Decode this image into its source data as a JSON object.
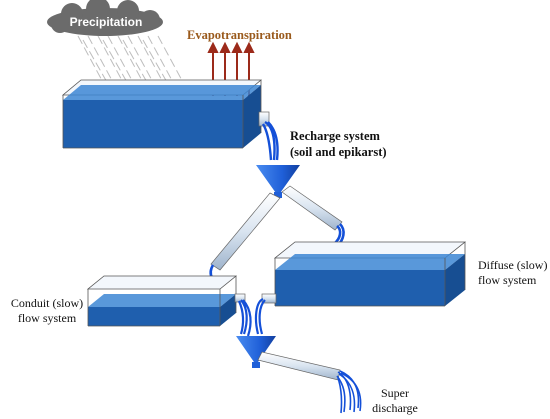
{
  "labels": {
    "precipitation": "Precipitation",
    "evapotranspiration": "Evapotranspiration",
    "recharge_line1": "Recharge system",
    "recharge_line2": "(soil and epikarst)",
    "diffuse_line1": "Diffuse (slow)",
    "diffuse_line2": "flow system",
    "conduit_line1": "Conduit (slow)",
    "conduit_line2": "flow system",
    "super_line1": "Super",
    "super_line2": "discharge"
  },
  "colors": {
    "cloud": "#6b6b6b",
    "rain": "#b9b9b9",
    "water_top": "#2f7fd0",
    "water_front": "#1f5fae",
    "water_side": "#174e92",
    "arrow": "#9c2a1a",
    "funnel": "#2b70e0",
    "flow": "#1450d8",
    "pipe": "#e6eef8"
  }
}
